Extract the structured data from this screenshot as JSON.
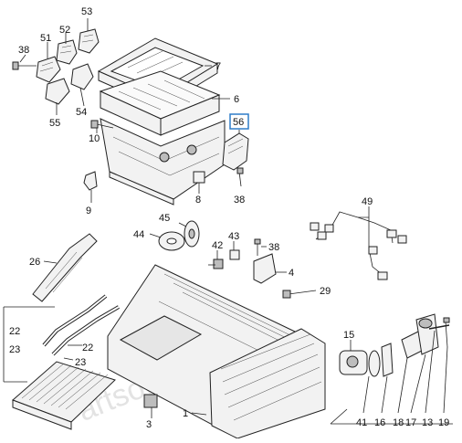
{
  "diagram": {
    "watermark": "Partsouq.com",
    "highlighted_part": "56",
    "callouts": {
      "c53": "53",
      "c52": "52",
      "c51": "51",
      "c38a": "38",
      "c7": "7",
      "c6": "6",
      "c54": "54",
      "c55": "55",
      "c10": "10",
      "c56": "56",
      "c8": "8",
      "c38b": "38",
      "c9": "9",
      "c49": "49",
      "c45": "45",
      "c44": "44",
      "c43": "43",
      "c42": "42",
      "c38c": "38",
      "c26": "26",
      "c4": "4",
      "c29": "29",
      "c22a": "22",
      "c23a": "23",
      "c22b": "22",
      "c23b": "23",
      "c15": "15",
      "c3": "3",
      "c1": "1",
      "c41": "41",
      "c16": "16",
      "c18": "18",
      "c17": "17",
      "c13": "13",
      "c19": "19"
    }
  }
}
